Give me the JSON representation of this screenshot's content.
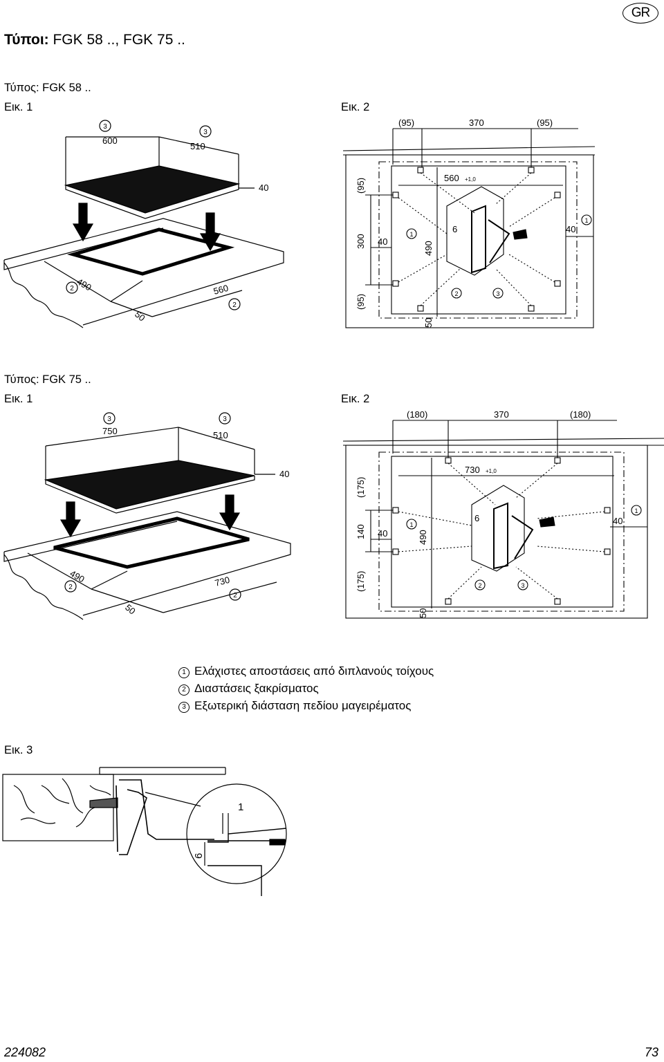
{
  "header": {
    "title_prefix": "Τύποι:",
    "title_models": "FGK 58 .., FGK 75 ..",
    "country_badge": "GR"
  },
  "section1": {
    "heading": "Τύπος: FGK 58 ..",
    "fig1_label": "Εικ. 1",
    "fig2_label": "Εικ. 2",
    "fig1_dims": {
      "width": "600",
      "depth": "510",
      "height": "40",
      "cutout_depth": "490",
      "cutout_width": "560",
      "offset": "50"
    },
    "fig2_dims": {
      "top_left": "(95)",
      "top_mid": "370",
      "top_right": "(95)",
      "inner_width": "560",
      "tol": "+1,0",
      "side_top": "(95)",
      "side_mid": "300",
      "side_bot": "(95)",
      "depth": "490",
      "wall": "40",
      "bottom": "50",
      "screw": "6"
    }
  },
  "section2": {
    "heading": "Τύπος: FGK 75 ..",
    "fig1_label": "Εικ. 1",
    "fig2_label": "Εικ. 2",
    "fig1_dims": {
      "width": "750",
      "depth": "510",
      "height": "40",
      "cutout_depth": "490",
      "cutout_width": "730",
      "offset": "50"
    },
    "fig2_dims": {
      "top_left": "(180)",
      "top_mid": "370",
      "top_right": "(180)",
      "inner_width": "730",
      "tol": "+1,0",
      "side_top": "(175)",
      "side_mid": "140",
      "side_bot": "(175)",
      "depth": "490",
      "wall": "40",
      "bottom": "50",
      "screw": "6"
    }
  },
  "legend": {
    "items": [
      {
        "num": "1",
        "text": "Ελάχιστες αποστάσεις από διπλανούς τοίχους"
      },
      {
        "num": "2",
        "text": "Διαστάσεις ξακρίσματος"
      },
      {
        "num": "3",
        "text": "Εξωτερική διάσταση πεδίου μαγειρέματος"
      }
    ]
  },
  "section3": {
    "fig3_label": "Εικ. 3",
    "dim_gap": "1",
    "dim_height": "6"
  },
  "footer": {
    "doc_number": "224082",
    "page_number": "73"
  }
}
